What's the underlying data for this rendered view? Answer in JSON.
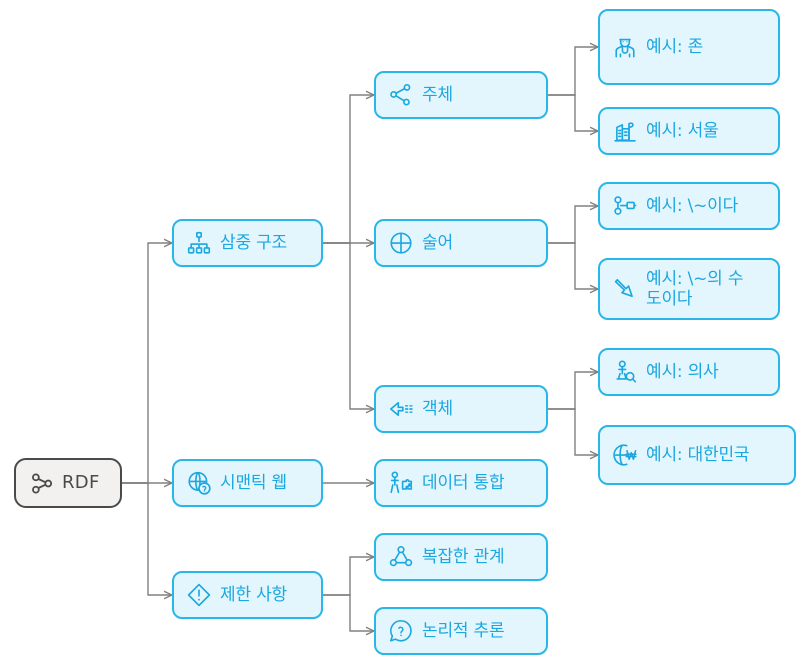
{
  "diagram": {
    "type": "mindmap",
    "title": "RDF",
    "direction": "left-to-right",
    "colors": {
      "node_fill": "#e4f6fd",
      "node_border": "#29b6e8",
      "node_text": "#1ba7e0",
      "root_fill": "#f2f1ef",
      "root_border": "#4a4a4a",
      "root_text": "#4a4a4a",
      "edge": "#808080",
      "background": "#ffffff"
    }
  },
  "nodes": {
    "root": {
      "label": "RDF",
      "icon": "share-nodes-icon"
    },
    "l1": [
      {
        "label": "삼중 구조",
        "icon": "hierarchy-icon"
      },
      {
        "label": "시맨틱 웹",
        "icon": "globe-question-icon"
      },
      {
        "label": "제한 사항",
        "icon": "warning-diamond-icon"
      }
    ],
    "l2": [
      {
        "label": "주체",
        "icon": "share-network-icon"
      },
      {
        "label": "술어",
        "icon": "circle-cross-icon"
      },
      {
        "label": "객체",
        "icon": "arrow-left-dashed-icon"
      },
      {
        "label": "데이터 통합",
        "icon": "person-puzzle-icon"
      },
      {
        "label": "복잡한 관계",
        "icon": "nodes-relation-icon"
      },
      {
        "label": "논리적 추론",
        "icon": "speech-question-icon"
      }
    ],
    "l3": [
      {
        "label": "예시: 존",
        "icon": "doctor-person-icon"
      },
      {
        "label": "예시: 서울",
        "icon": "city-buildings-icon"
      },
      {
        "label": "예시: \\~이다",
        "icon": "node-link-icon"
      },
      {
        "label": "예시: \\~의 수\n도이다",
        "icon": "arrow-down-right-icon"
      },
      {
        "label": "예시: 의사",
        "icon": "person-search-icon"
      },
      {
        "label": "예시: 대한민국",
        "icon": "globe-won-icon"
      }
    ]
  },
  "edges": [
    {
      "from": "RDF",
      "to": "삼중 구조"
    },
    {
      "from": "RDF",
      "to": "시맨틱 웹"
    },
    {
      "from": "RDF",
      "to": "제한 사항"
    },
    {
      "from": "삼중 구조",
      "to": "주체"
    },
    {
      "from": "삼중 구조",
      "to": "술어"
    },
    {
      "from": "삼중 구조",
      "to": "객체"
    },
    {
      "from": "시맨틱 웹",
      "to": "데이터 통합"
    },
    {
      "from": "제한 사항",
      "to": "복잡한 관계"
    },
    {
      "from": "제한 사항",
      "to": "논리적 추론"
    },
    {
      "from": "주체",
      "to": "예시: 존"
    },
    {
      "from": "주체",
      "to": "예시: 서울"
    },
    {
      "from": "술어",
      "to": "예시: \\~이다"
    },
    {
      "from": "술어",
      "to": "예시: \\~의 수도이다"
    },
    {
      "from": "객체",
      "to": "예시: 의사"
    },
    {
      "from": "객체",
      "to": "예시: 대한민국"
    }
  ]
}
